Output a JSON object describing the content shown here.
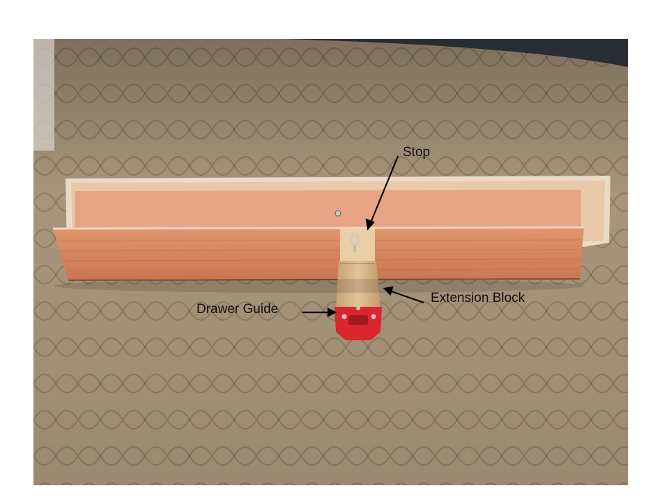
{
  "photo": {
    "subject": "wooden drawer assembly on quilted bedspread",
    "colors": {
      "quilt": "#a8957b",
      "quilt_shadow": "#8f7c63",
      "wood_face": "#d98a62",
      "wood_inside": "#e7a484",
      "backboard": "#e9dcc7",
      "block_wood": "#d9b98c",
      "guide_red": "#d8272f"
    }
  },
  "annotations": {
    "stop": "Stop",
    "extension_block": "Extension Block",
    "drawer_guide": "Drawer Guide"
  }
}
